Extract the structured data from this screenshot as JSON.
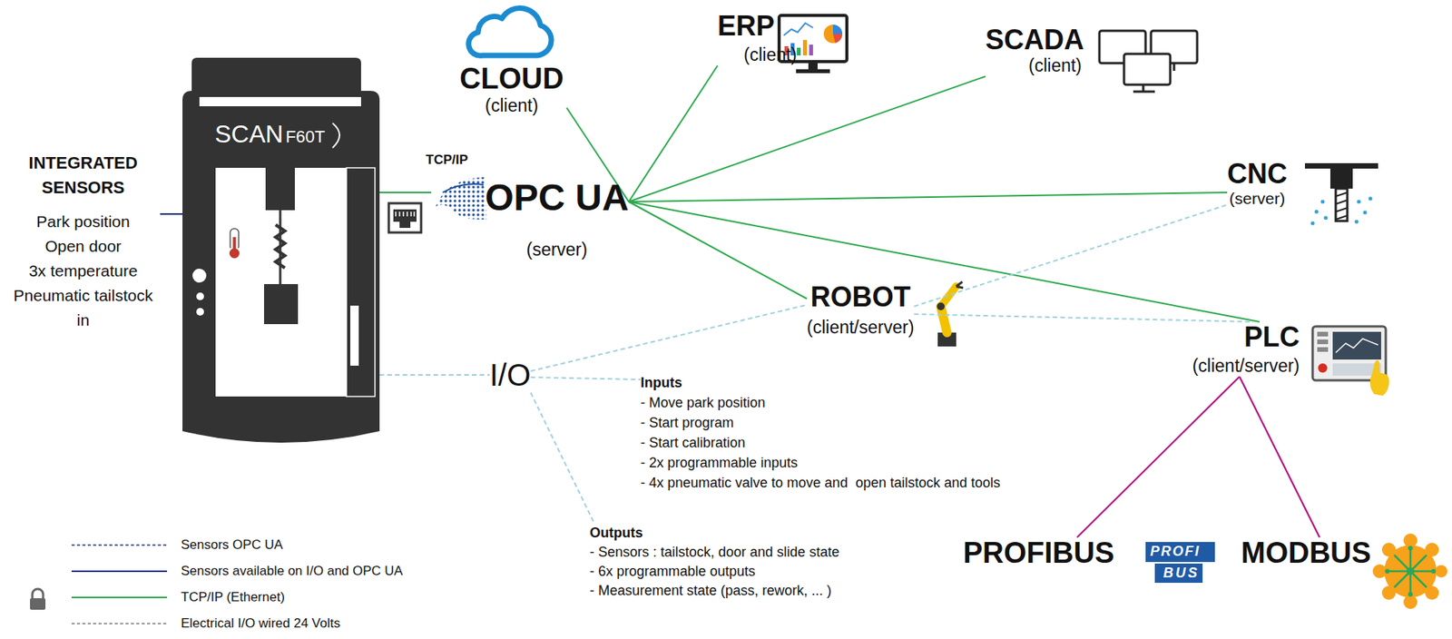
{
  "diagram": {
    "nodes": [
      {
        "text": [
          "INTEGRATED SENSORS",
          "Park position",
          "Open door",
          "3x temperature",
          "Pneumatic tailstock in"
        ]
      },
      {
        "text": [
          "SCAN",
          "F60T"
        ]
      },
      {
        "text": [
          "OPC UA",
          "(server)"
        ]
      },
      {
        "text": [
          "CLOUD",
          "(client)"
        ]
      },
      {
        "text": [
          "ERP",
          "(client)"
        ]
      },
      {
        "text": [
          "SCADA",
          "(client)"
        ]
      },
      {
        "text": [
          "CNC",
          "(server)"
        ]
      },
      {
        "text": [
          "ROBOT",
          "(client/server)"
        ]
      },
      {
        "text": [
          "I/O"
        ]
      },
      {
        "text": [
          "Inputs",
          "- Move park position",
          "- Start program",
          "- Start calibration",
          "- 2x programmable inputs",
          "- 4x pneumatic valve to move and  open tailstock and tools"
        ]
      },
      {
        "text": [
          "Outputs",
          "- Sensors : tailstock, door and slide state",
          "- 6x programmable outputs",
          "- Measurement state (pass, rework, ... )"
        ]
      },
      {
        "text": [
          "PLC",
          "(client/server)"
        ]
      },
      {
        "text": [
          "PROFIBUS"
        ]
      },
      {
        "text": [
          "MODBUS"
        ]
      }
    ],
    "edges": [
      {
        "from": 0,
        "to": 1,
        "arrow": "none"
      },
      {
        "from": 1,
        "to": 2,
        "arrow": "none"
      },
      {
        "from": 2,
        "to": 3,
        "arrow": "none"
      },
      {
        "from": 2,
        "to": 4,
        "arrow": "none"
      },
      {
        "from": 2,
        "to": 5,
        "arrow": "none"
      },
      {
        "from": 2,
        "to": 6,
        "arrow": "none"
      },
      {
        "from": 2,
        "to": 7,
        "arrow": "none"
      },
      {
        "from": 2,
        "to": 11,
        "arrow": "none"
      },
      {
        "from": 1,
        "to": 8,
        "arrow": "none"
      },
      {
        "from": 8,
        "to": 7,
        "arrow": "none"
      },
      {
        "from": 8,
        "to": 9,
        "arrow": "none"
      },
      {
        "from": 8,
        "to": 10,
        "arrow": "none"
      },
      {
        "from": 7,
        "to": 6,
        "arrow": "none"
      },
      {
        "from": 7,
        "to": 11,
        "arrow": "none"
      },
      {
        "from": 11,
        "to": 12,
        "arrow": "none"
      },
      {
        "from": 11,
        "to": 13,
        "arrow": "none"
      }
    ],
    "labels": [
      "TCP/IP",
      "PROFI",
      "BUS"
    ],
    "legend": [
      {
        "text": "Sensors OPC UA"
      },
      {
        "text": "Sensors available on I/O and OPC UA"
      },
      {
        "text": "TCP/IP (Ethernet)"
      },
      {
        "text": "Electrical I/O wired 24 Volts"
      }
    ]
  }
}
